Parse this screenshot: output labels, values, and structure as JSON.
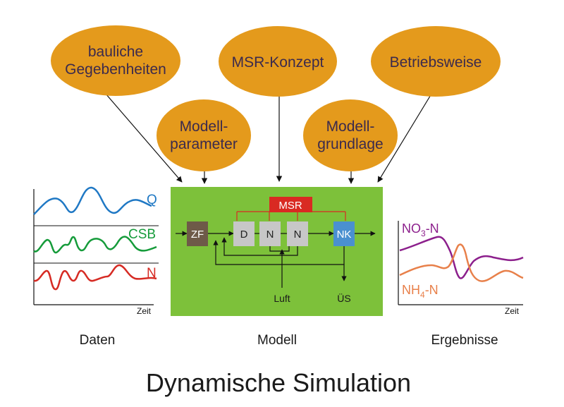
{
  "title": "Dynamische Simulation",
  "inputs": {
    "bauliche": [
      "bauliche",
      "Gegebenheiten"
    ],
    "msr_konzept": "MSR-Konzept",
    "betriebsweise": "Betriebsweise",
    "modellparameter": [
      "Modell-",
      "parameter"
    ],
    "modellgrundlage": [
      "Modell-",
      "grundlage"
    ]
  },
  "model": {
    "msr": "MSR",
    "zf": "ZF",
    "d": "D",
    "n1": "N",
    "n2": "N",
    "nk": "NK",
    "luft": "Luft",
    "us": "ÜS"
  },
  "data_panel": {
    "q": "Q",
    "csb": "CSB",
    "n": "N",
    "zeit": "Zeit"
  },
  "results_panel": {
    "no3": "NO",
    "no3_sub": "3",
    "no3_suffix": "-N",
    "nh4": "NH",
    "nh4_sub": "4",
    "nh4_suffix": "-N",
    "zeit": "Zeit"
  },
  "captions": {
    "daten": "Daten",
    "modell": "Modell",
    "ergebnisse": "Ergebnisse"
  },
  "colors": {
    "ellipse": "#e49a1c",
    "model_bg": "#7dc13a",
    "msr_red": "#d92a22",
    "zf_brown": "#6e5a48",
    "nk_blue": "#4a90d0",
    "reactor_grey": "#c7c7c7",
    "q_blue": "#1f78c4",
    "csb_green": "#159b3a",
    "n_red": "#d62b24",
    "no3_purple": "#8c1f8c",
    "nh4_orange": "#e8804a"
  }
}
